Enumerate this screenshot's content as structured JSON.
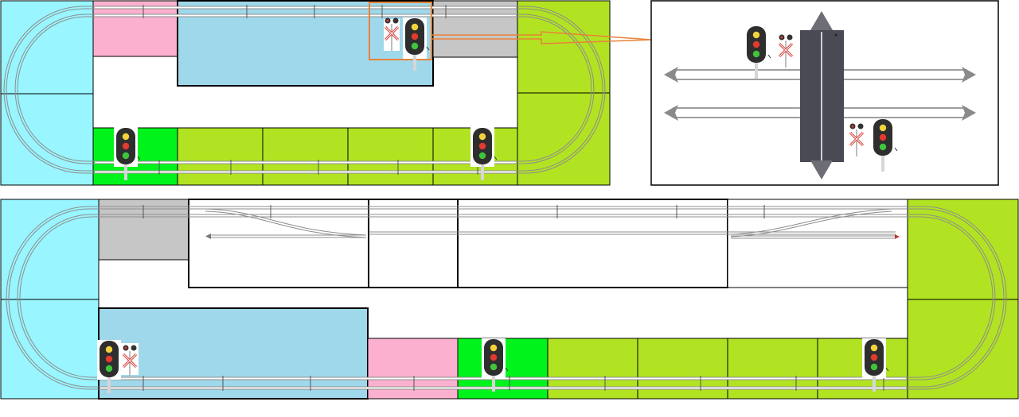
{
  "colors": {
    "cyan": "#99f5ff",
    "pink": "#fbb0cf",
    "lightblue": "#9fd8ea",
    "gray": "#c6c6c6",
    "lime": "#b2e322",
    "green": "#00f41b",
    "white": "#ffffff",
    "border": "#000000",
    "track_rail": "#9a9a9a",
    "highlight": "#e8823a",
    "road": "#4a4a55",
    "arrow": "#777777"
  },
  "icons": [
    "traffic-signal-icon",
    "crossing-sign-icon",
    "road-crossing-icon",
    "double-arrow-icon"
  ],
  "top_layout": {
    "signals": 3,
    "crossing_signs": 1
  },
  "bottom_layout": {
    "signals": 3,
    "crossing_signs": 1,
    "switches": 2
  },
  "detail": {
    "signals": 2,
    "crossing_signs": 2
  }
}
